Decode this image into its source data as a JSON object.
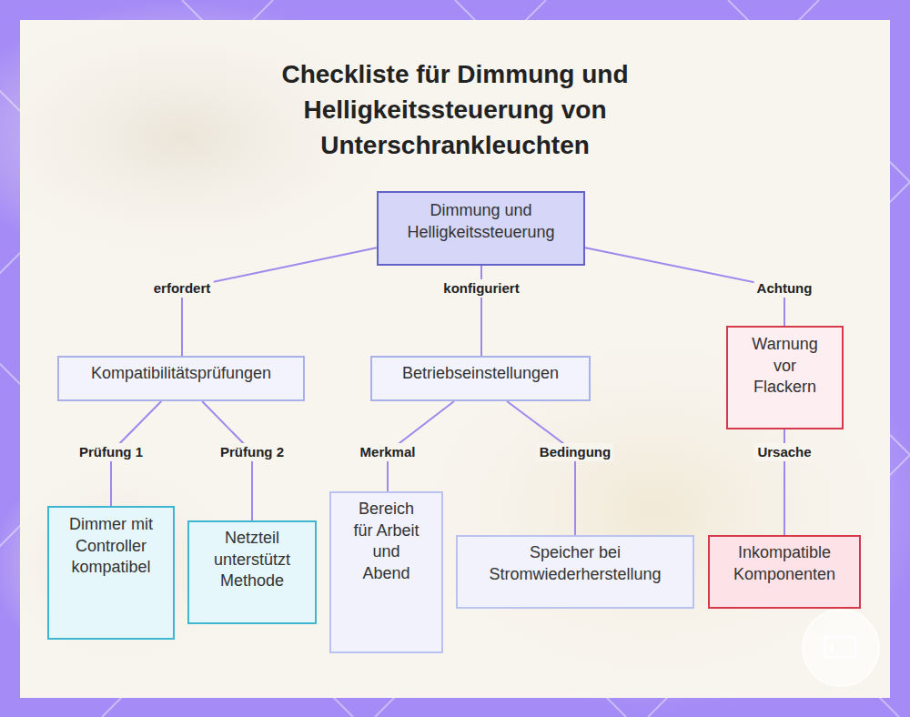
{
  "diagram": {
    "title": "Checkliste für Dimmung und Helligkeitssteuerung von Unterschrankleuchten",
    "nodes": [
      {
        "text": [
          "Dimmung und Helligkeitssteuerung"
        ]
      },
      {
        "text": [
          "Kompatibilitätsprüfungen"
        ]
      },
      {
        "text": [
          "Betriebseinstellungen"
        ]
      },
      {
        "text": [
          "Warnung vor Flackern"
        ]
      },
      {
        "text": [
          "Dimmer mit Controller kompatibel"
        ]
      },
      {
        "text": [
          "Netzteil unterstützt Methode"
        ]
      },
      {
        "text": [
          "Bereich für Arbeit und Abend"
        ]
      },
      {
        "text": [
          "Speicher bei Stromwiederherstellung"
        ]
      },
      {
        "text": [
          "Inkompatible Komponenten"
        ]
      }
    ],
    "edges": [
      {
        "from": 0,
        "to": 1,
        "label": "erfordert",
        "arrow": "none"
      },
      {
        "from": 0,
        "to": 2,
        "label": "konfiguriert",
        "arrow": "none"
      },
      {
        "from": 0,
        "to": 3,
        "label": "Achtung",
        "arrow": "none"
      },
      {
        "from": 1,
        "to": 4,
        "label": "Prüfung 1",
        "arrow": "none"
      },
      {
        "from": 1,
        "to": 5,
        "label": "Prüfung 2",
        "arrow": "none"
      },
      {
        "from": 2,
        "to": 6,
        "label": "Merkmal",
        "arrow": "none"
      },
      {
        "from": 2,
        "to": 7,
        "label": "Bedingung",
        "arrow": "none"
      },
      {
        "from": 3,
        "to": 8,
        "label": "Ursache",
        "arrow": "none"
      }
    ]
  }
}
